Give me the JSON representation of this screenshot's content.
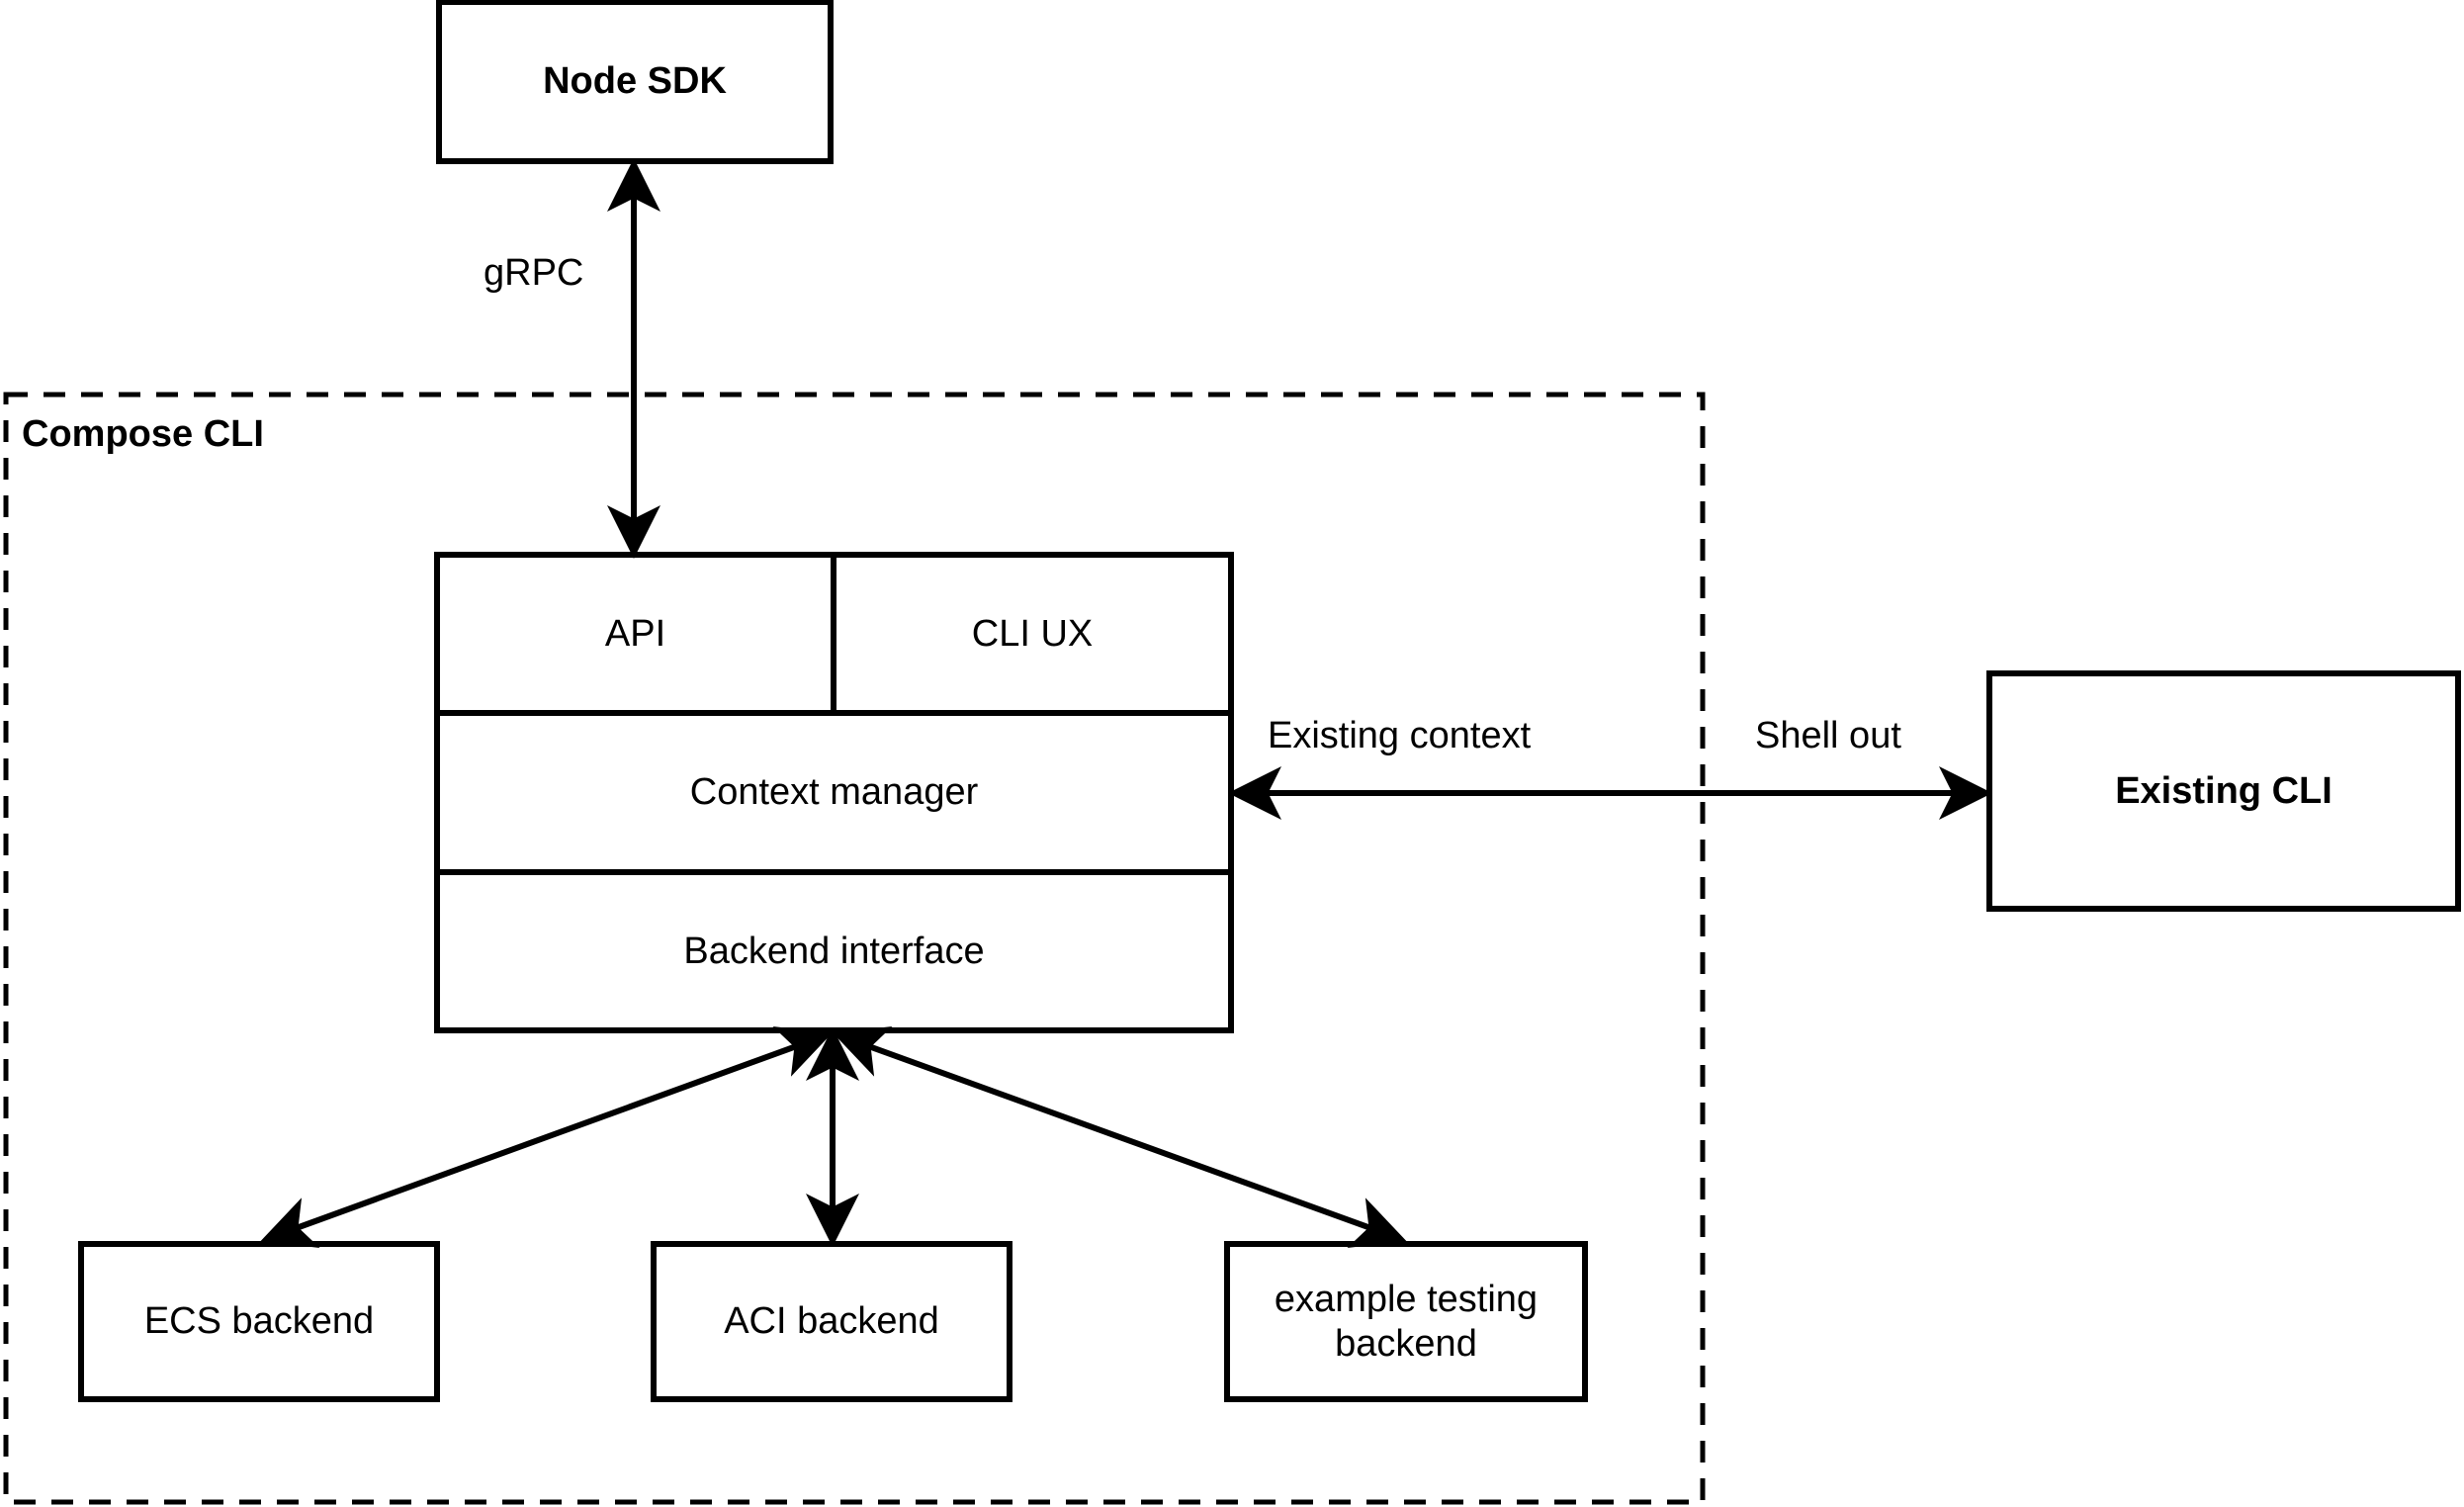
{
  "diagram": {
    "type": "architecture-block-diagram",
    "background_color": "#ffffff",
    "stroke_color": "#000000",
    "text_color": "#000000",
    "nodes": {
      "node_sdk": {
        "label": "Node SDK",
        "bold": true
      },
      "existing_cli": {
        "label": "Existing CLI",
        "bold": true
      },
      "api": {
        "label": "API",
        "bold": false
      },
      "cli_ux": {
        "label": "CLI UX",
        "bold": false
      },
      "context_manager": {
        "label": "Context manager",
        "bold": false
      },
      "backend_interface": {
        "label": "Backend interface",
        "bold": false
      },
      "ecs_backend": {
        "label": "ECS backend",
        "bold": false
      },
      "aci_backend": {
        "label": "ACI backend",
        "bold": false
      },
      "example_testing_backend": {
        "label": "example testing\nbackend",
        "bold": false
      }
    },
    "groups": {
      "compose_cli": {
        "label": "Compose CLI",
        "bold": true,
        "border_style": "dashed"
      }
    },
    "edges": {
      "grpc": {
        "label": "gRPC",
        "from": "compose_cli_stack",
        "to": "node_sdk",
        "arrows": "both"
      },
      "existing_context": {
        "label": "Existing context",
        "from": "existing_cli",
        "to": "context_manager",
        "arrows": "end"
      },
      "shell_out": {
        "label": "Shell out",
        "from": "context_manager",
        "to": "existing_cli",
        "arrows": "end"
      },
      "to_ecs": {
        "label": "",
        "from": "backend_interface",
        "to": "ecs_backend",
        "arrows": "both"
      },
      "to_aci": {
        "label": "",
        "from": "backend_interface",
        "to": "aci_backend",
        "arrows": "both"
      },
      "to_example": {
        "label": "",
        "from": "backend_interface",
        "to": "example_testing_backend",
        "arrows": "both"
      }
    }
  }
}
